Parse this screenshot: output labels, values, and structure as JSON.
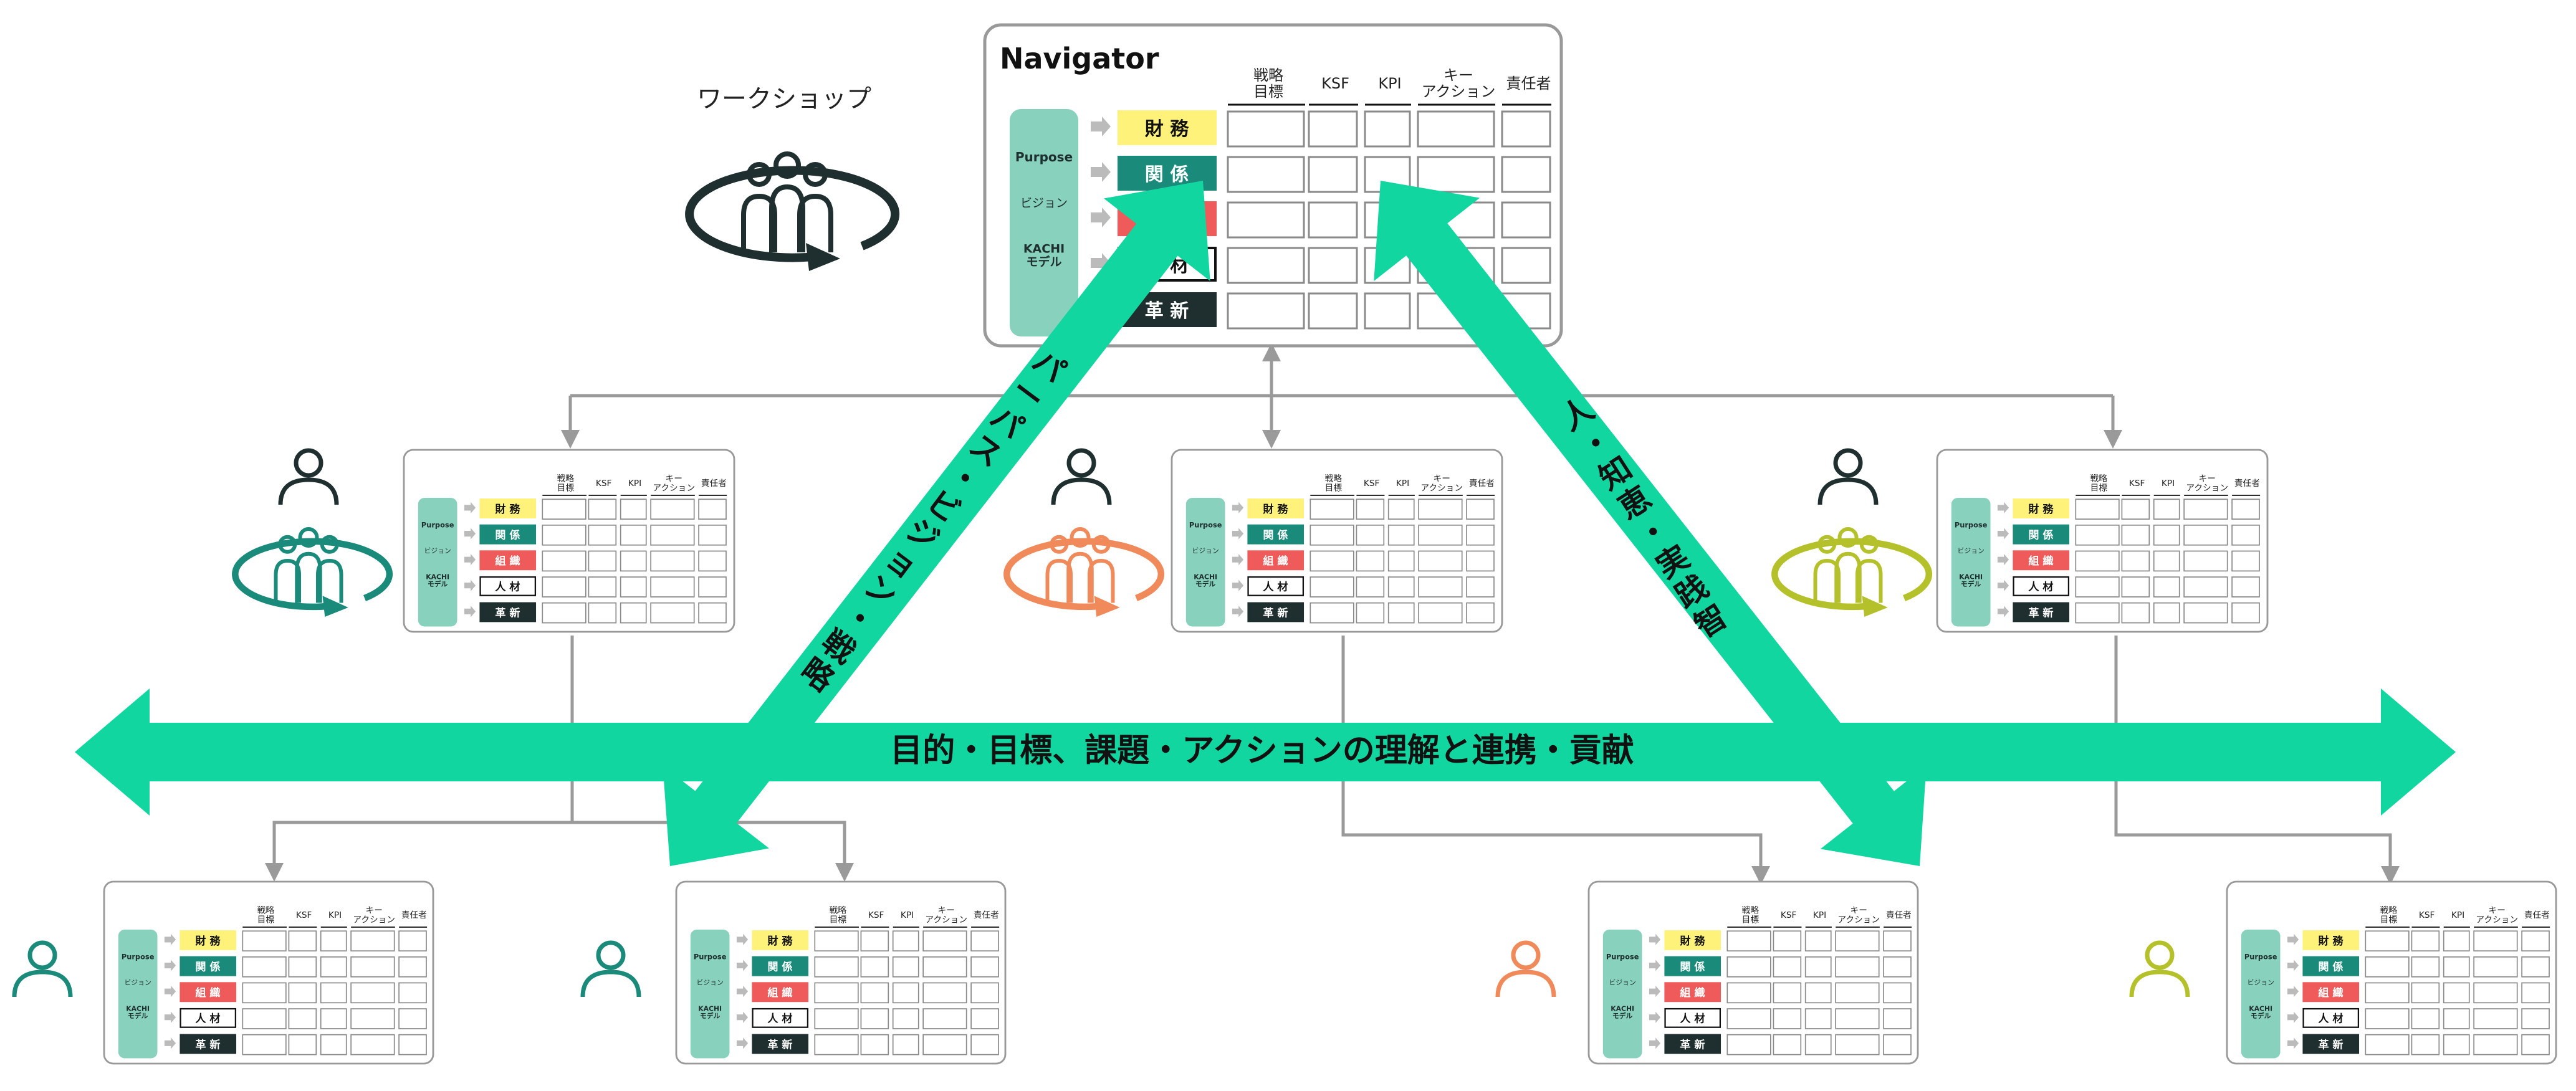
{
  "workshop": {
    "label": "ワークショップ"
  },
  "navigator": {
    "title": "Navigator",
    "columns": [
      "戦略\n目標",
      "KSF",
      "KPI",
      "キー\nアクション",
      "責任者"
    ],
    "side_labels": [
      "Purpose",
      "ビジョン",
      "KACHI\nモデル"
    ],
    "rows": [
      {
        "label": "財 務",
        "color": "#fff27a",
        "text_color": "#111111"
      },
      {
        "label": "関 係",
        "color": "#1a8a7a",
        "text_color": "#ffffff"
      },
      {
        "label": "組 織",
        "color": "#ef5a5a",
        "text_color": "#ffffff"
      },
      {
        "label": "人 材",
        "color": "#ffffff",
        "text_color": "#111111"
      },
      {
        "label": "革 新",
        "color": "#1f2f2f",
        "text_color": "#ffffff"
      }
    ]
  },
  "arrows": {
    "horizontal": "目的・目標、課題・アクションの理解と連携・貢献",
    "left_diagonal": "パーパス・ビジョン・戦略",
    "right_diagonal": "人・知恵・実践智"
  },
  "colors": {
    "arrow": "#12d69f",
    "teal": "#1a8a7a",
    "orange": "#f08a5a",
    "lime": "#b5c12a",
    "dark": "#1f2f2f",
    "side_panel": "#88d1bd",
    "connector": "#9a9a9a"
  }
}
